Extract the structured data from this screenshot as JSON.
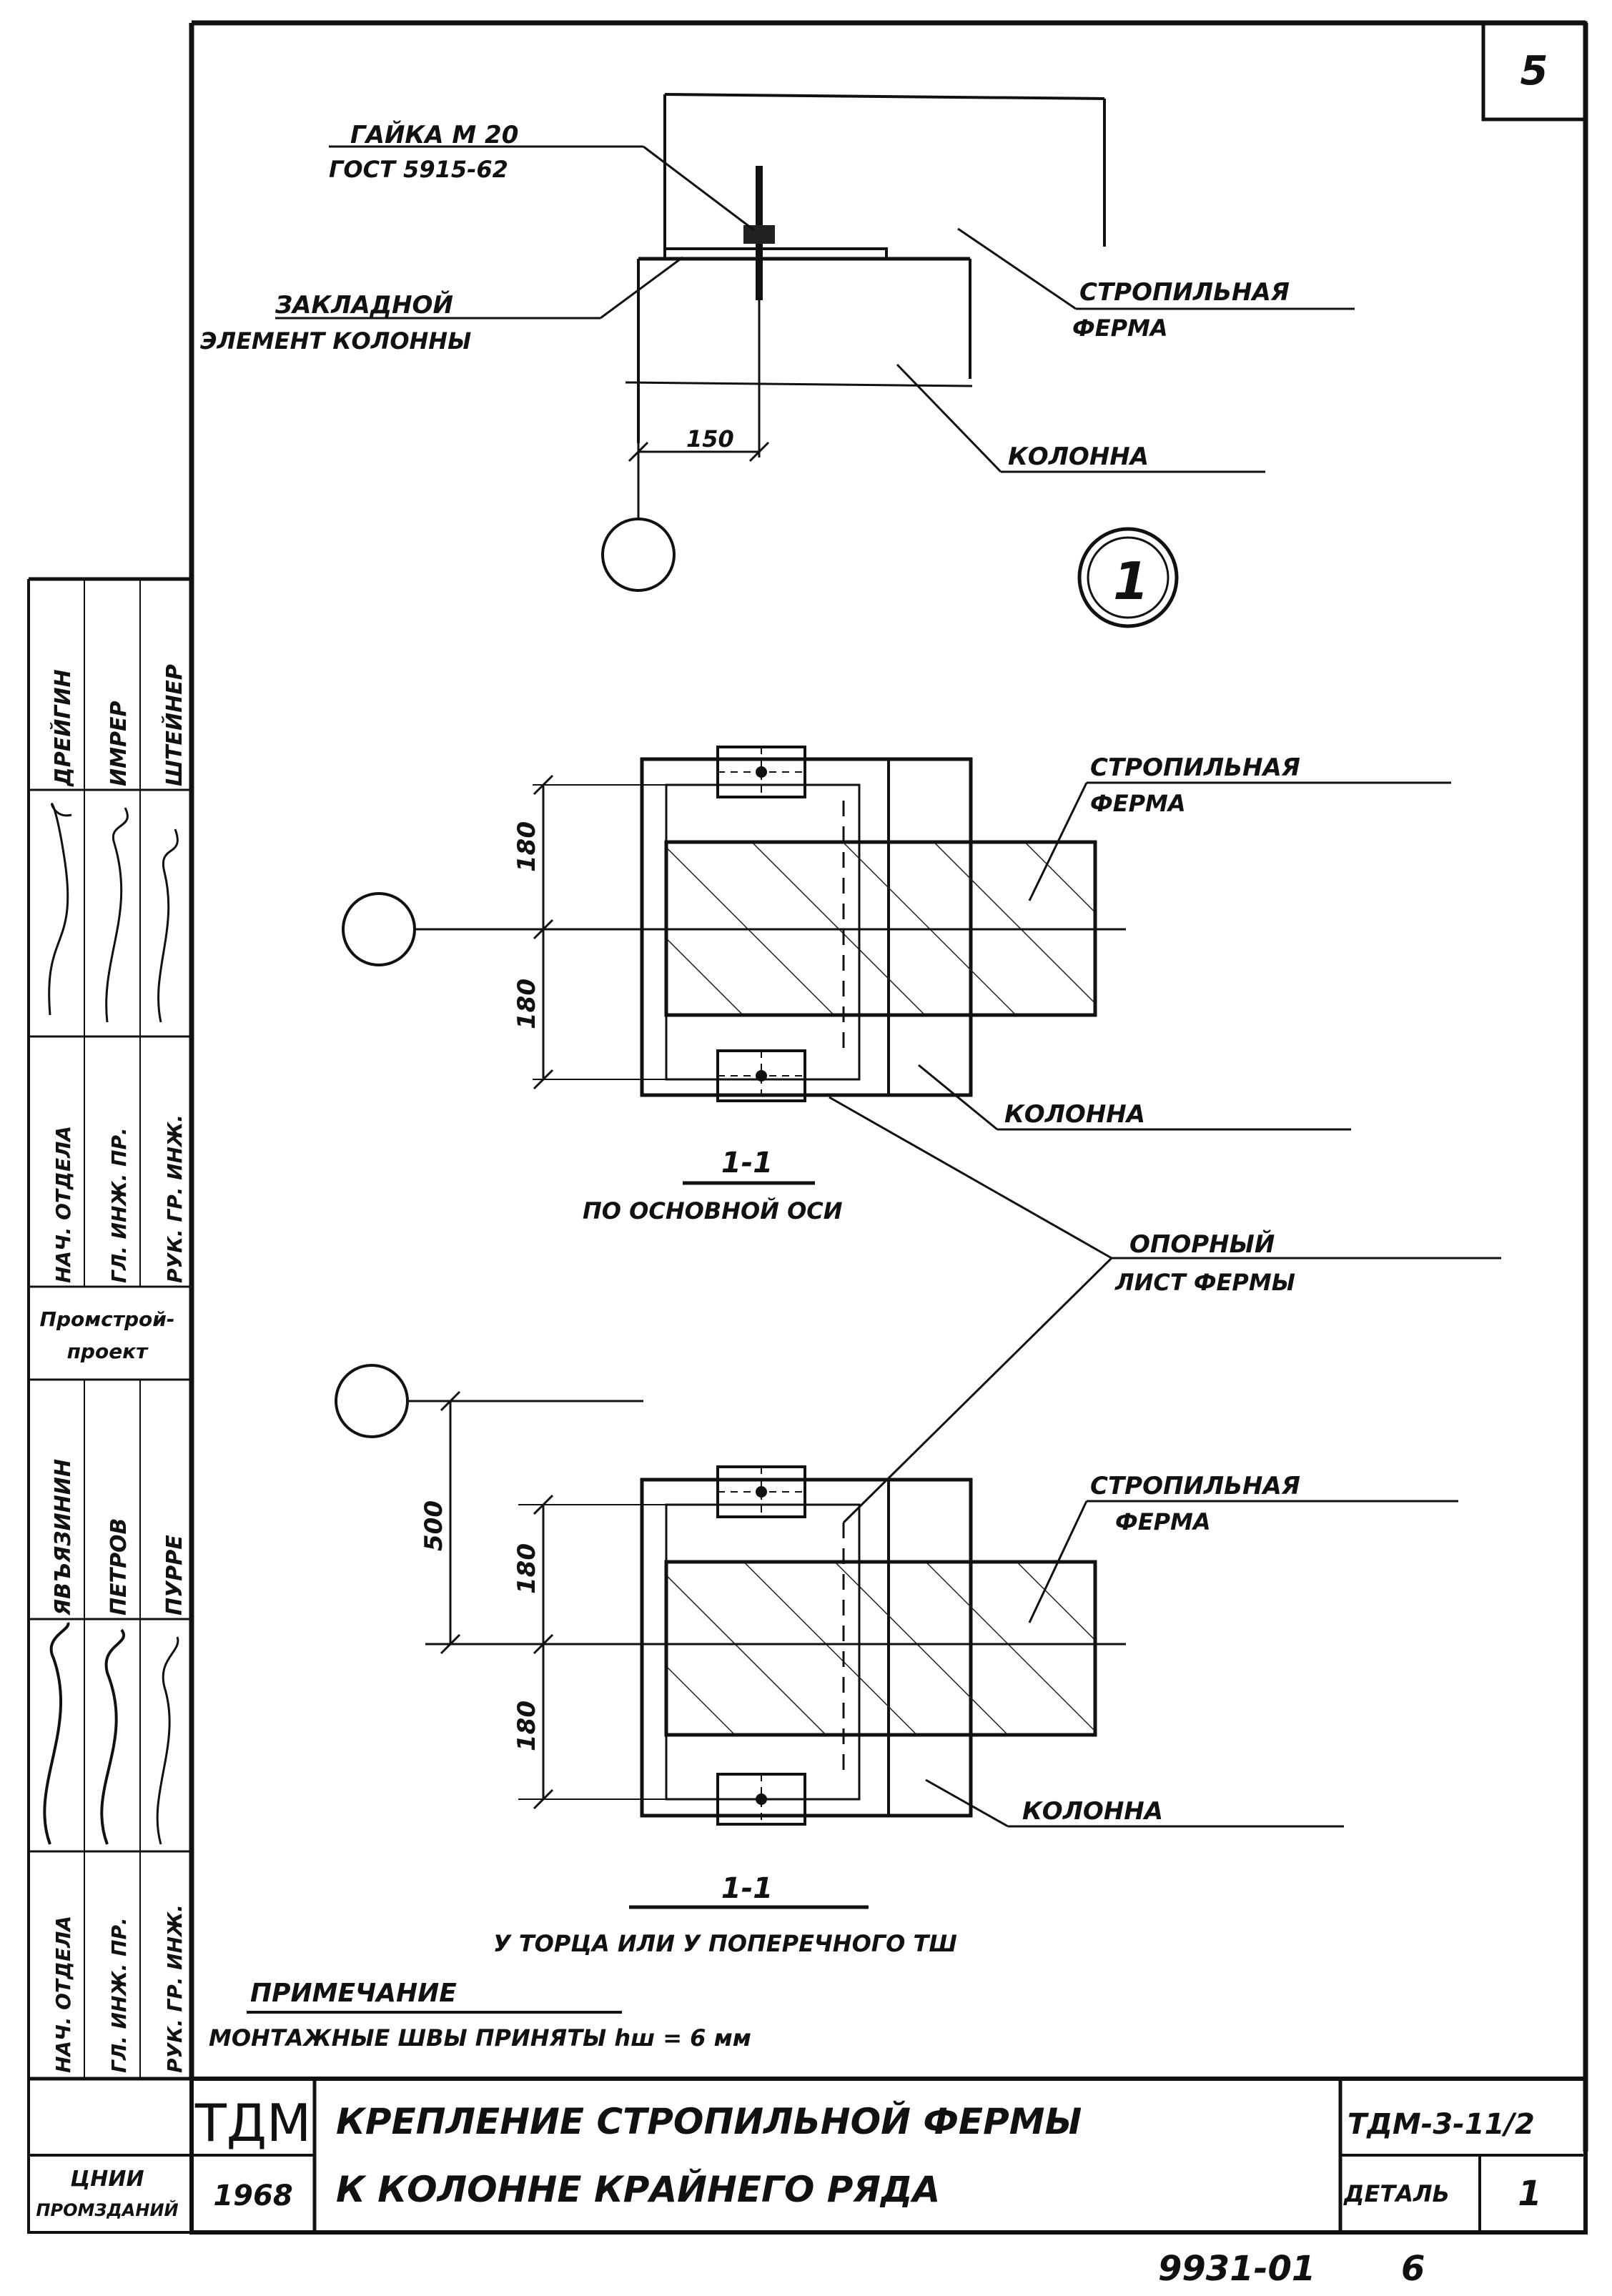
{
  "sheet": {
    "sheet_number": "5",
    "bottom_code": "9931-01",
    "bottom_page": "6"
  },
  "top_view": {
    "nut_label_1": "ГАЙКА М 20",
    "nut_label_2": "ГОСТ 5915-62",
    "embedded_label_1": "ЗАКЛАДНОЙ",
    "embedded_label_2": "ЭЛЕМЕНТ КОЛОННЫ",
    "truss_label_1": "СТРОПИЛЬНАЯ",
    "truss_label_2": "ФЕРМА",
    "column_label": "КОЛОННА",
    "dimension_150": "150",
    "detail_number": "1"
  },
  "section_1": {
    "truss_label_1": "СТРОПИЛЬНАЯ",
    "truss_label_2": "ФЕРМА",
    "column_label": "КОЛОННА",
    "dim_upper": "180",
    "dim_lower": "180",
    "section_mark": "1-1",
    "caption": "ПО ОСНОВНОЙ ОСИ",
    "support_sheet_label_1": "ОПОРНЫЙ",
    "support_sheet_label_2": "ЛИСТ ФЕРМЫ"
  },
  "section_2": {
    "truss_label_1": "СТРОПИЛЬНАЯ",
    "truss_label_2": "ФЕРМА",
    "column_label": "КОЛОННА",
    "dim_500": "500",
    "dim_upper": "180",
    "dim_lower": "180",
    "section_mark": "1-1",
    "caption": "У ТОРЦА ИЛИ У ПОПЕРЕЧНОГО ТШ"
  },
  "note": {
    "heading": "ПРИМЕЧАНИЕ",
    "text": "МОНТАЖНЫЕ ШВЫ ПРИНЯТЫ hш = 6 мм"
  },
  "title_block": {
    "org_logo": "ТДМ",
    "year": "1968",
    "title_line_1": "КРЕПЛЕНИЕ СТРОПИЛЬНОЙ ФЕРМЫ",
    "title_line_2": "К КОЛОННЕ КРАЙНЕГО РЯДА",
    "code": "ТДМ-3-11/2",
    "detail_label": "ДЕТАЛЬ",
    "detail_number": "1",
    "org_name_1": "ЦНИИ",
    "org_name_2": "ПРОМЗДАНИЙ"
  },
  "side_stamp": {
    "block1_names": [
      "ДРЕЙГИН",
      "ИМРЕР",
      "ШТЕЙНЕР"
    ],
    "block1_roles": [
      "НАЧ. ОТДЕЛА",
      "ГЛ. ИНЖ. ПР.",
      "РУК. ГР. ИНЖ."
    ],
    "institute_1": "Промстрой-",
    "institute_2": "проект",
    "block2_names": [
      "ЯВЪЯЗИНИН",
      "ПЕТРОВ",
      "ПУРРЕ"
    ],
    "block2_roles": [
      "НАЧ. ОТДЕЛА",
      "ГЛ. ИНЖ. ПР.",
      "РУК. ГР. ИНЖ."
    ]
  }
}
